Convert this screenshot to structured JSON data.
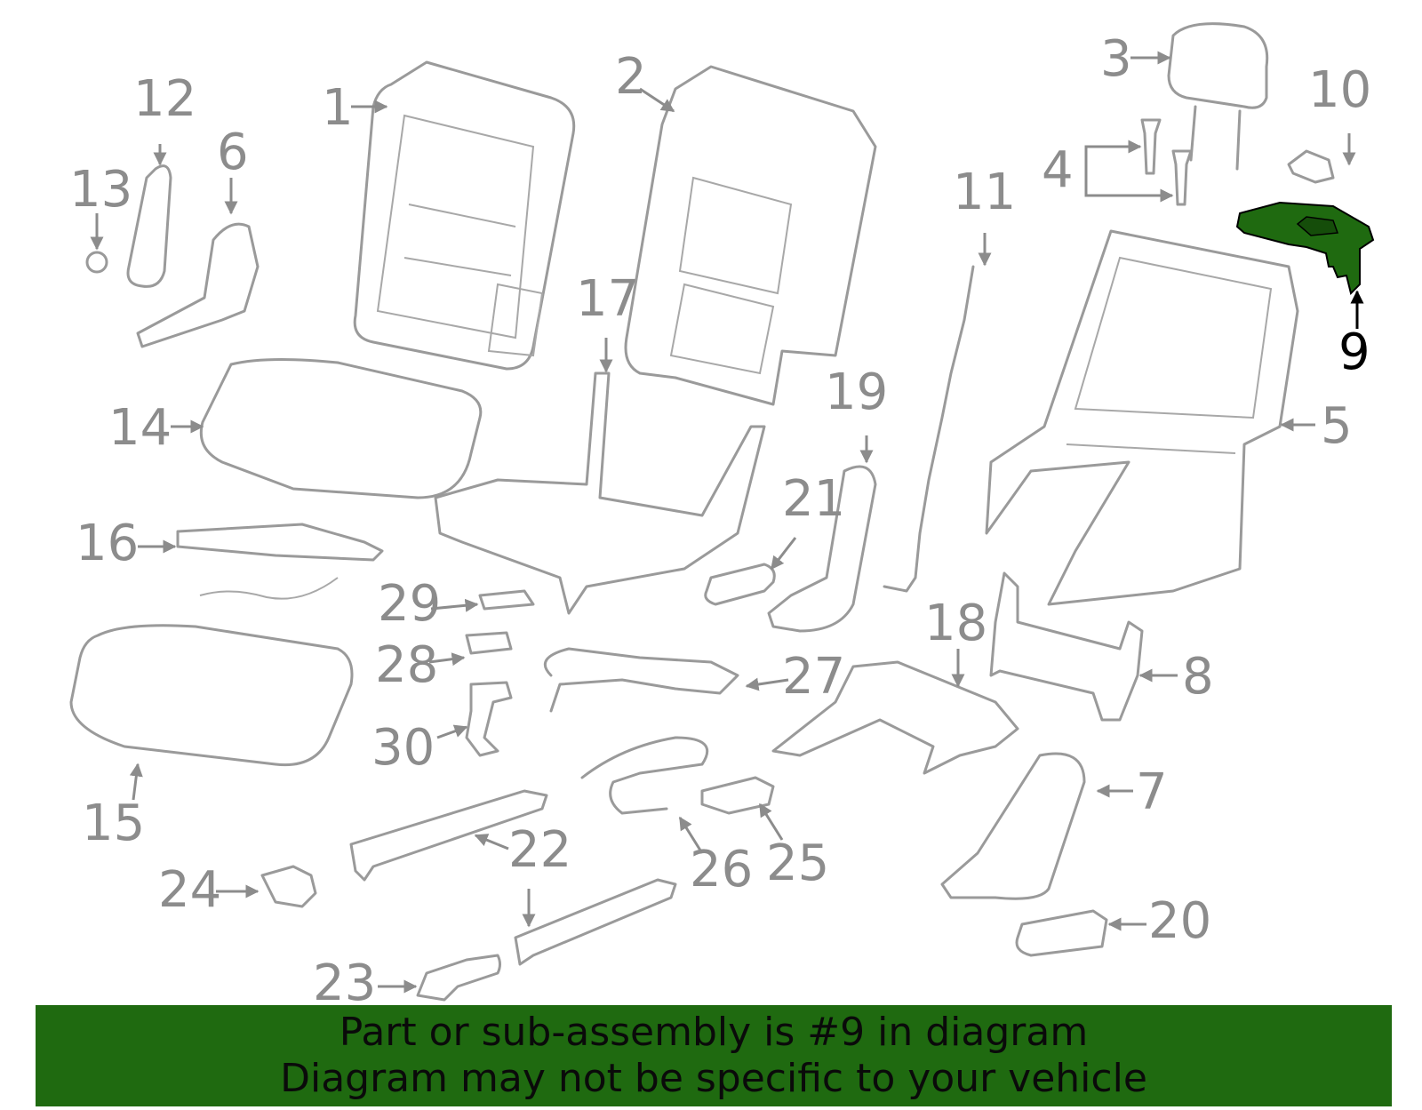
{
  "colors": {
    "highlight": "#1f6a10",
    "parts": "#9a9a9a",
    "labels": "#8c8c8c",
    "banner": "#1f6a10"
  },
  "diagram": {
    "highlighted_part": "9",
    "callouts": [
      "1",
      "2",
      "3",
      "4",
      "5",
      "6",
      "7",
      "8",
      "9",
      "10",
      "11",
      "12",
      "13",
      "14",
      "15",
      "16",
      "17",
      "18",
      "19",
      "20",
      "21",
      "22",
      "23",
      "24",
      "25",
      "26",
      "27",
      "28",
      "29",
      "30"
    ]
  },
  "banner": {
    "line1": "Part or sub-assembly is #9 in diagram",
    "line2": "Diagram may not be specific to your vehicle"
  }
}
